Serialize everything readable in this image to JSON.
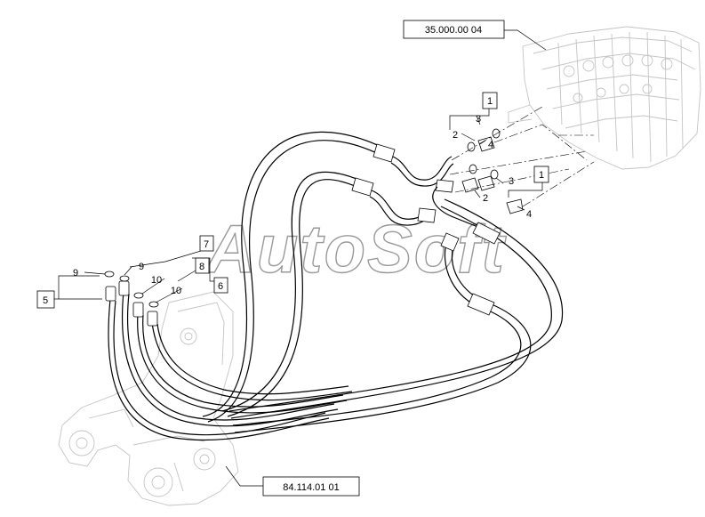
{
  "watermark": "AutoSoft",
  "references": {
    "valve": "35.000.00 04",
    "boom": "84.114.01 01"
  },
  "callouts": {
    "c1_top": "1",
    "c1_mid": "1",
    "c2_top": "2",
    "c2_mid": "2",
    "c3_top": "3",
    "c3_mid": "3",
    "c4_top": "4",
    "c4_mid": "4",
    "c5": "5",
    "c6": "6",
    "c7": "7",
    "c8": "8",
    "c9_left": "9",
    "c9_right": "9",
    "c10_a": "10",
    "c10_b": "10"
  }
}
